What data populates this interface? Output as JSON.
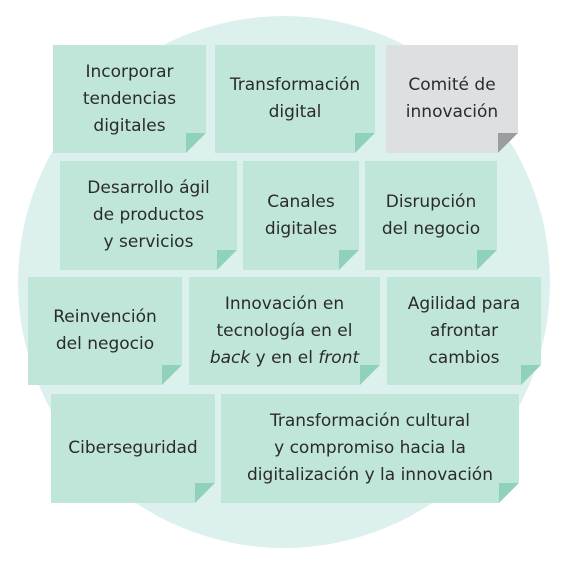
{
  "notes": [
    {
      "id": "incorporar-tendencias",
      "text": "Incorporar tendencias digitales",
      "lines": [
        "Incorporar",
        "tendencias",
        "digitales"
      ],
      "style": "green"
    },
    {
      "id": "transformacion-digital",
      "text": "Transformación digital",
      "lines": [
        "Transformación",
        "digital"
      ],
      "style": "green"
    },
    {
      "id": "comite-innovacion",
      "text": "Comité de innovación",
      "lines": [
        "Comité de",
        "innovación"
      ],
      "style": "grey"
    },
    {
      "id": "desarrollo-agil",
      "text": "Desarrollo ágil de productos y servicios",
      "lines": [
        "Desarrollo ágil",
        "de productos",
        "y servicios"
      ],
      "style": "green"
    },
    {
      "id": "canales-digitales",
      "text": "Canales digitales",
      "lines": [
        "Canales",
        "digitales"
      ],
      "style": "green"
    },
    {
      "id": "disrupcion-negocio",
      "text": "Disrupción del negocio",
      "lines": [
        "Disrupción",
        "del negocio"
      ],
      "style": "green"
    },
    {
      "id": "reinvencion-negocio",
      "text": "Reinvención del negocio",
      "lines": [
        "Reinvención",
        "del negocio"
      ],
      "style": "green"
    },
    {
      "id": "innovacion-tecnologia",
      "text": "Innovación en tecnología en el back y en el front",
      "lines": [
        "Innovación en",
        "tecnología en el",
        "back y en el front"
      ],
      "style": "green"
    },
    {
      "id": "agilidad-cambios",
      "text": "Agilidad para afrontar cambios",
      "lines": [
        "Agilidad para",
        "afrontar",
        "cambios"
      ],
      "style": "green"
    },
    {
      "id": "ciberseguridad",
      "text": "Ciberseguridad",
      "lines": [
        "Ciberseguridad"
      ],
      "style": "green"
    },
    {
      "id": "transformacion-cultural",
      "text": "Transformación cultural y compromiso hacia la digitalización y la innovación",
      "lines": [
        "Transformación cultural",
        "y compromiso hacia la",
        "digitalización y la innovación"
      ],
      "style": "green"
    }
  ],
  "italic_words": [
    "back",
    "front"
  ],
  "colors": {
    "background_circle": "#dcf1ee",
    "note_green": "#bfe6d8",
    "note_grey": "#dddfe1",
    "fold_green": "#8fd1ba",
    "fold_grey": "#9b9da0",
    "text": "#2b2b2b"
  }
}
